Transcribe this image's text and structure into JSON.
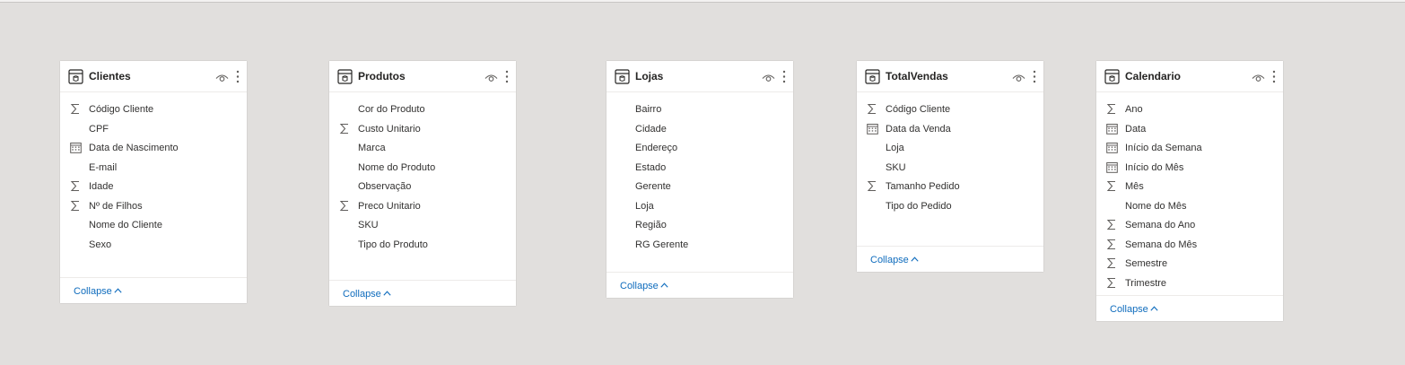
{
  "canvas": {
    "background": "#e1dfdd",
    "link_color": "#0f6cbd"
  },
  "tables": [
    {
      "title": "Clientes",
      "collapse_label": "Collapse",
      "fields": [
        {
          "name": "Código Cliente",
          "icon": "sigma-icon"
        },
        {
          "name": "CPF",
          "icon": ""
        },
        {
          "name": "Data de Nascimento",
          "icon": "calendar-icon"
        },
        {
          "name": "E-mail",
          "icon": ""
        },
        {
          "name": "Idade",
          "icon": "sigma-icon"
        },
        {
          "name": "Nº de Filhos",
          "icon": "sigma-icon"
        },
        {
          "name": "Nome do Cliente",
          "icon": ""
        },
        {
          "name": "Sexo",
          "icon": ""
        }
      ]
    },
    {
      "title": "Produtos",
      "collapse_label": "Collapse",
      "fields": [
        {
          "name": "Cor do Produto",
          "icon": ""
        },
        {
          "name": "Custo Unitario",
          "icon": "sigma-icon"
        },
        {
          "name": "Marca",
          "icon": ""
        },
        {
          "name": "Nome do Produto",
          "icon": ""
        },
        {
          "name": "Observação",
          "icon": ""
        },
        {
          "name": "Preco Unitario",
          "icon": "sigma-icon"
        },
        {
          "name": "SKU",
          "icon": ""
        },
        {
          "name": "Tipo do Produto",
          "icon": ""
        }
      ]
    },
    {
      "title": "Lojas",
      "collapse_label": "Collapse",
      "fields": [
        {
          "name": "Bairro",
          "icon": ""
        },
        {
          "name": "Cidade",
          "icon": ""
        },
        {
          "name": "Endereço",
          "icon": ""
        },
        {
          "name": "Estado",
          "icon": ""
        },
        {
          "name": "Gerente",
          "icon": ""
        },
        {
          "name": "Loja",
          "icon": ""
        },
        {
          "name": "Região",
          "icon": ""
        },
        {
          "name": "RG Gerente",
          "icon": ""
        }
      ]
    },
    {
      "title": "TotalVendas",
      "collapse_label": "Collapse",
      "fields": [
        {
          "name": "Código Cliente",
          "icon": "sigma-icon"
        },
        {
          "name": "Data da Venda",
          "icon": "calendar-icon"
        },
        {
          "name": "Loja",
          "icon": ""
        },
        {
          "name": "SKU",
          "icon": ""
        },
        {
          "name": "Tamanho Pedido",
          "icon": "sigma-icon"
        },
        {
          "name": "Tipo do Pedido",
          "icon": ""
        }
      ]
    },
    {
      "title": "Calendario",
      "collapse_label": "Collapse",
      "fields": [
        {
          "name": "Ano",
          "icon": "sigma-icon"
        },
        {
          "name": "Data",
          "icon": "calendar-icon"
        },
        {
          "name": "Início da Semana",
          "icon": "calendar-icon"
        },
        {
          "name": "Início do Mês",
          "icon": "calendar-icon"
        },
        {
          "name": "Mês",
          "icon": "sigma-icon"
        },
        {
          "name": "Nome do Mês",
          "icon": ""
        },
        {
          "name": "Semana do Ano",
          "icon": "sigma-icon"
        },
        {
          "name": "Semana do Mês",
          "icon": "sigma-icon"
        },
        {
          "name": "Semestre",
          "icon": "sigma-icon"
        },
        {
          "name": "Trimestre",
          "icon": "sigma-icon"
        }
      ]
    }
  ]
}
